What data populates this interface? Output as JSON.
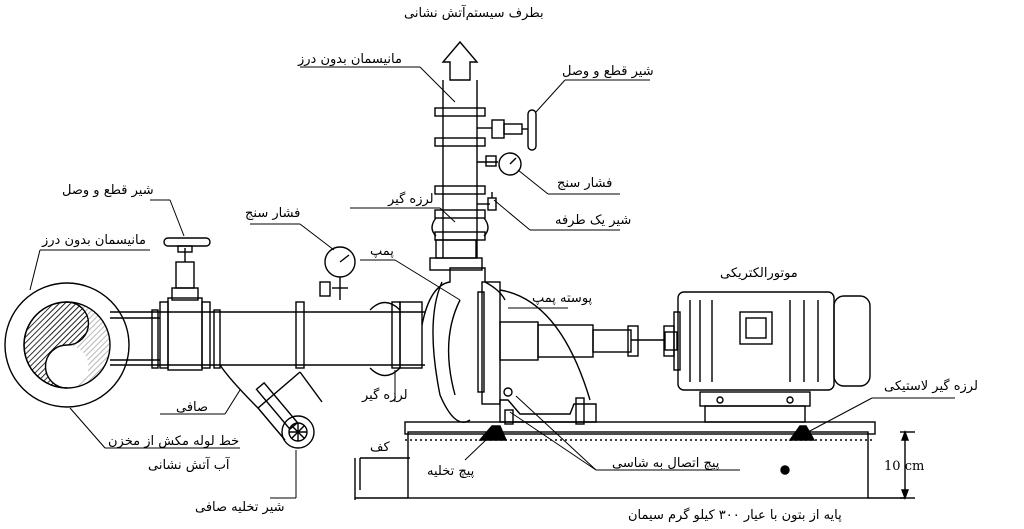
{
  "labels": {
    "fire_system": "بطرف سیستم‌آتش نشانی",
    "manifold_top": "مانیسمان بدون درز",
    "gate_valve_right": "شیر قطع و وصل",
    "pressure_gauge_right": "فشار سنج",
    "vibration_top": "لرزه گیر",
    "check_valve": "شیر یک طرفه",
    "pump": "پمپ",
    "pump_casing": "پوسته پمپ",
    "motor": "موتورالکتریکی",
    "rubber_mount": "لرزه گیر لاستیکی",
    "gate_valve_left": "شیر قطع و وصل",
    "manifold_left": "مانیسمان بدون درز",
    "pressure_gauge_left": "فشار سنج",
    "vibration_bottom": "لرزه گیر",
    "strainer": "صافی",
    "suction_line_1": "خط لوله مکش از مخزن",
    "suction_line_2": "آب آتش نشانی",
    "drain_valve": "شیر تخلیه صافی",
    "floor": "کف",
    "anchor_bolt": "پیچ تخلیه",
    "chassis_bolt": "پیچ اتصال به شاسی",
    "height_value": "10",
    "height_unit": "cm",
    "foundation": "پایه از بتون با عیار ۳۰۰ کیلو گرم سیمان"
  }
}
